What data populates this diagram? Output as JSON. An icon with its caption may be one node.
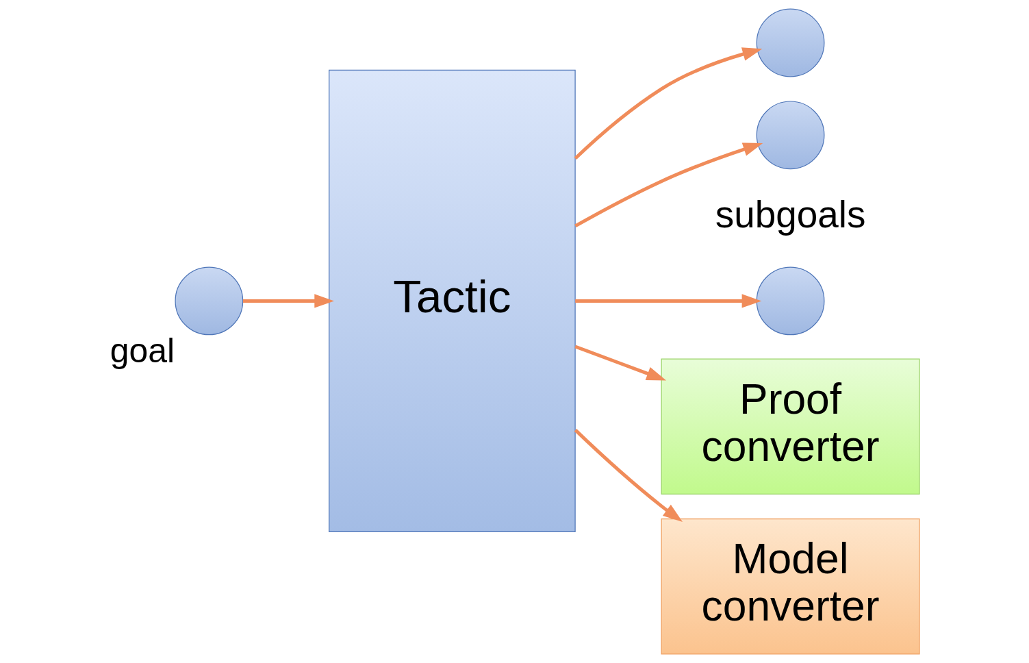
{
  "diagram": {
    "nodes": [
      {
        "text": [],
        "shape": "circle",
        "beside": [
          "goal"
        ]
      },
      {
        "text": [
          "Tactic"
        ]
      },
      {
        "text": [],
        "shape": "circle"
      },
      {
        "text": [],
        "shape": "circle"
      },
      {
        "text": [],
        "shape": "circle"
      },
      {
        "text": [
          "Proof converter"
        ]
      },
      {
        "text": [
          "Model converter"
        ]
      }
    ],
    "edges": [
      {
        "from": 0,
        "to": 1,
        "arrow": "to"
      },
      {
        "from": 1,
        "to": 2,
        "arrow": "to"
      },
      {
        "from": 1,
        "to": 3,
        "arrow": "to"
      },
      {
        "from": 1,
        "to": 4,
        "arrow": "to"
      },
      {
        "from": 1,
        "to": 5,
        "arrow": "to"
      },
      {
        "from": 1,
        "to": 6,
        "arrow": "to"
      }
    ],
    "labels": [
      "subgoals"
    ]
  }
}
